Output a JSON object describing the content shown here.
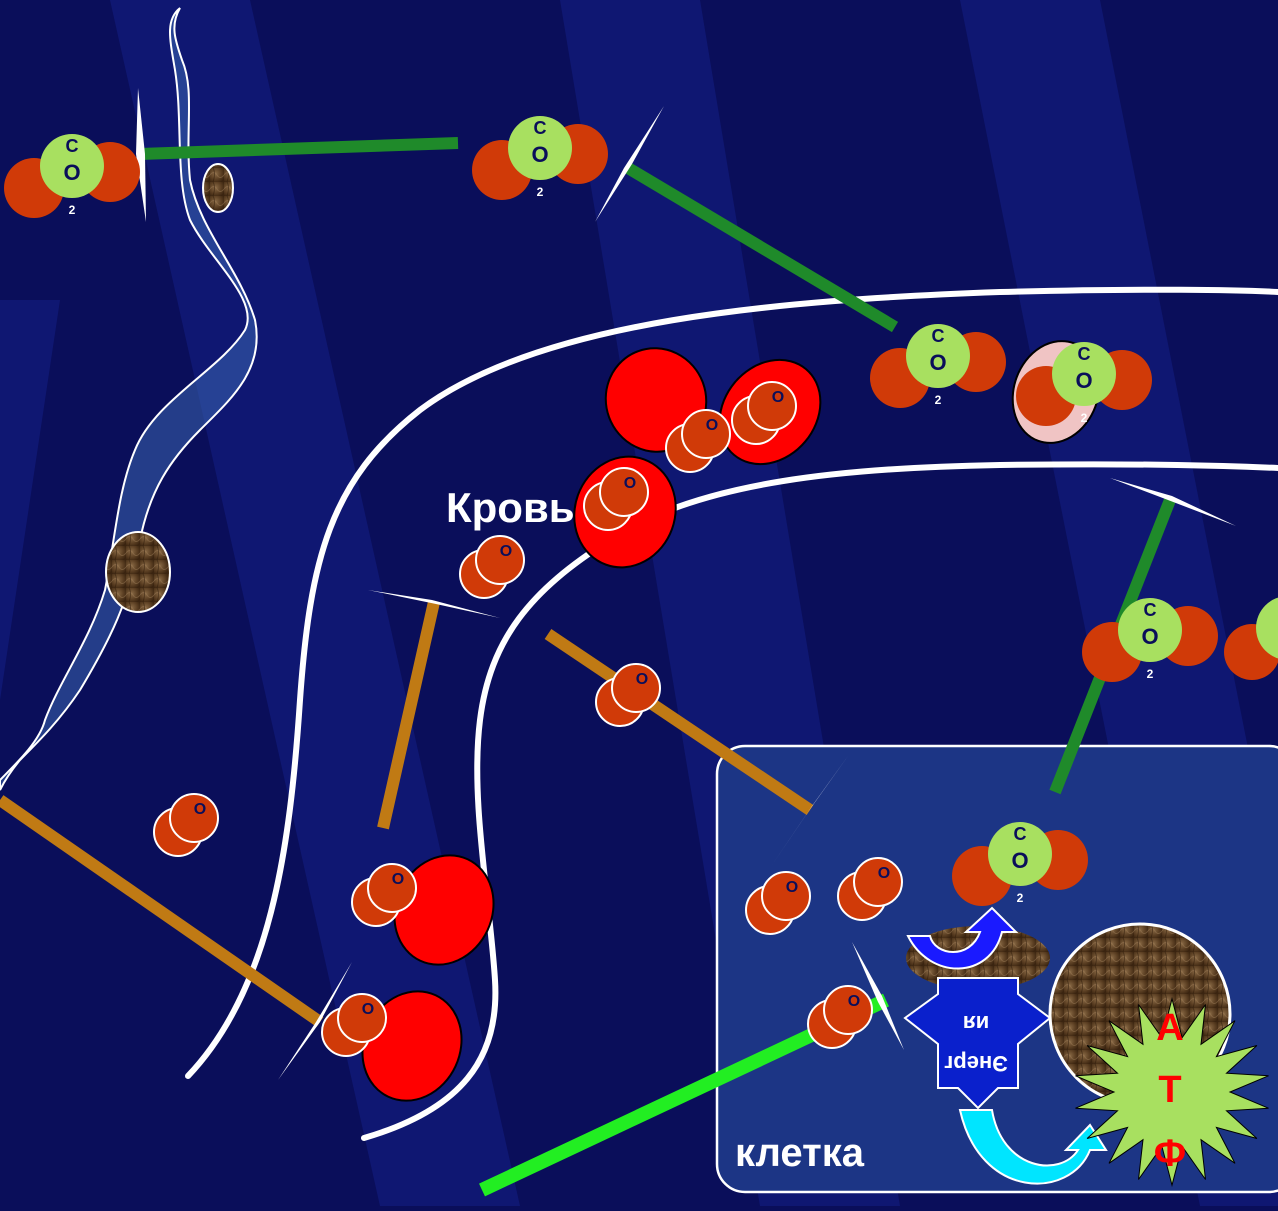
{
  "labels": {
    "blood": "Кровь",
    "cell": "клетка",
    "energy_line1": "Энерг",
    "energy_line2": "ия",
    "atp_1": "А",
    "atp_2": "Т",
    "atp_3": "Ф"
  },
  "molecule": {
    "c_letter": "C",
    "o_letter": "O",
    "o2_c_letter": "O",
    "subscript": "2"
  },
  "colors": {
    "background": "#0a0e5a",
    "stripe": "#101a78",
    "oxygen": "#d03a08",
    "carbon": "#a8e060",
    "erythrocyte": "#ff0000",
    "vessel_wall": "#ffffff",
    "cell_fill": "#1c3585",
    "capillary_cell": "#3a64b0",
    "nucleus": "#5a3a20",
    "arrow_blue": "#1a1aff",
    "arrow_cyan": "#00e5ff",
    "atp_star": "#a8e060",
    "atp_text": "#ff0000",
    "path_green": "#1f8a2a",
    "path_orange": "#c07a14",
    "path_bright_green": "#22ee22"
  }
}
